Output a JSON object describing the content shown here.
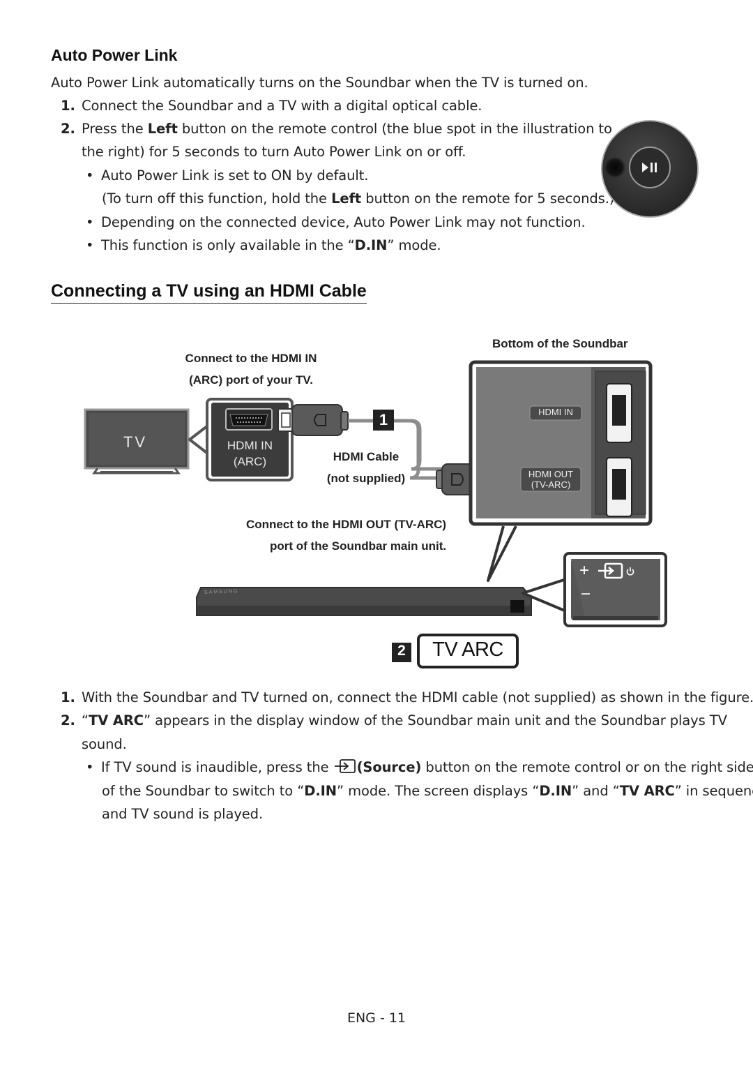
{
  "auto_power_link": {
    "heading": "Auto Power Link",
    "intro": "Auto Power Link automatically turns on the Soundbar when the TV is turned on.",
    "steps": [
      {
        "num": "1.",
        "text": "Connect the Soundbar and a TV with a digital optical cable."
      },
      {
        "num": "2.",
        "pre": "Press the ",
        "bold": "Left",
        "post": " button on the remote control (the blue spot in the illustration to",
        "line2": "the right) for 5 seconds to turn Auto Power Link on or off."
      }
    ],
    "bullets": {
      "b1": "Auto Power Link is set to ON by default.",
      "b1_note_pre": "(To turn off this function, hold the ",
      "b1_note_bold": "Left",
      "b1_note_post": " button on the remote for 5 seconds.)",
      "b2": "Depending on the connected device, Auto Power Link may not function.",
      "b3_pre": "This function is only available in the “",
      "b3_bold": "D.IN",
      "b3_post": "” mode."
    },
    "remote_icon": "play-pause-icon"
  },
  "hdmi_section": {
    "heading": "Connecting a TV using an HDMI Cable"
  },
  "diagram": {
    "bottom_label": "Bottom of the Soundbar",
    "connect_tv_line1": "Connect to the HDMI IN",
    "connect_tv_line2": "(ARC) port of your TV.",
    "tv_label": "TV",
    "tv_port_line1": "HDMI IN",
    "tv_port_line2": "(ARC)",
    "step1_badge": "1",
    "cable_line1": "HDMI Cable",
    "cable_line2": "(not supplied)",
    "sb_hdmi_in": "HDMI IN",
    "sb_hdmi_out_line1": "HDMI OUT",
    "sb_hdmi_out_line2": "(TV-ARC)",
    "connect_sb_line1": "Connect to the HDMI OUT (TV-ARC)",
    "connect_sb_line2": "port of the Soundbar main unit.",
    "brand": "SAMSUNG",
    "panel_plus": "+",
    "panel_minus": "−",
    "step2_badge": "2",
    "display_text": "TV ARC"
  },
  "instructions": {
    "steps": [
      {
        "num": "1.",
        "text": "With the Soundbar and TV turned on, connect the HDMI cable (not supplied) as shown in the figure."
      },
      {
        "num": "2.",
        "q_open": "“",
        "bold": "TV ARC",
        "rest": "” appears in the display window of the Soundbar main unit and the Soundbar plays TV",
        "line2": "sound."
      }
    ],
    "bullet": {
      "pre": "If TV sound is inaudible, press the ",
      "source_bold": "(Source)",
      "post": " button on the remote control or on the right side",
      "line2_pre": "of the Soundbar to switch to “",
      "dinn": "D.IN",
      "line2_mid": "” mode. The screen displays “",
      "dinn2": "D.IN",
      "line2_and": "” and “",
      "tvarc": "TV ARC",
      "line2_end": "” in sequence,",
      "line3": "and TV sound is played."
    }
  },
  "footer": {
    "page": "ENG - 11"
  },
  "colors": {
    "text": "#222222",
    "remote_body": "#2f2f2f",
    "dark_port": "#3c3c3c",
    "soundbar": "#4a4a4a"
  }
}
